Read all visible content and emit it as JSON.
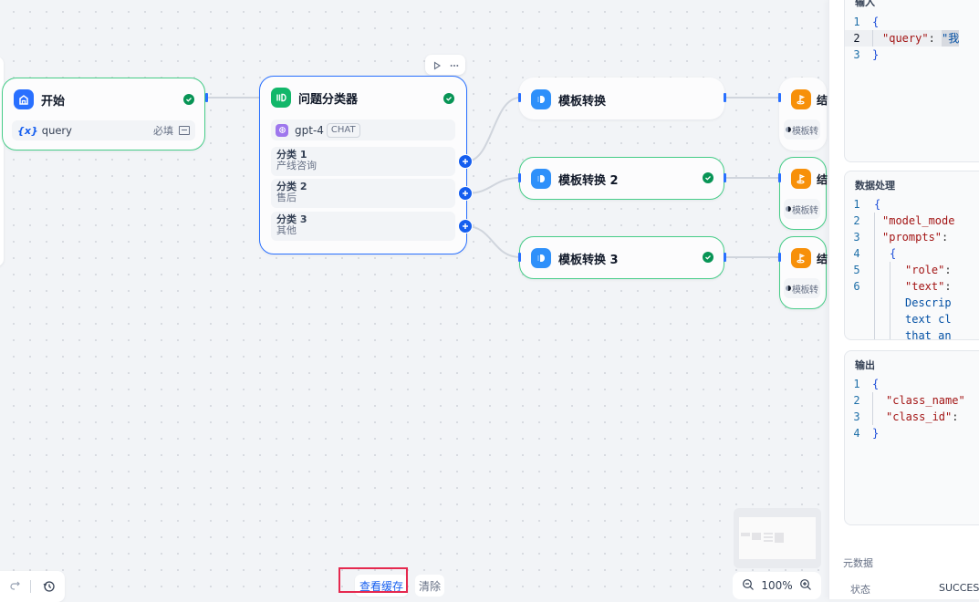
{
  "canvas": {
    "nodes": {
      "start": {
        "title": "开始",
        "status": "success",
        "variable": {
          "icon": "variable-icon",
          "brace": "{x}",
          "name": "query",
          "required_label": "必填"
        }
      },
      "classifier": {
        "title": "问题分类器",
        "status": "success",
        "model": {
          "name": "gpt-4",
          "mode": "CHAT"
        },
        "classes": [
          {
            "label": "分类 1",
            "value": "产线咨询"
          },
          {
            "label": "分类 2",
            "value": "售后"
          },
          {
            "label": "分类 3",
            "value": "其他"
          }
        ]
      },
      "templates": [
        {
          "title": "模板转换",
          "status": "none"
        },
        {
          "title": "模板转换 2",
          "status": "success"
        },
        {
          "title": "模板转换 3",
          "status": "success"
        }
      ],
      "ends": [
        {
          "title": "结",
          "variable": "模板转"
        },
        {
          "title": "结",
          "variable": "模板转"
        },
        {
          "title": "结",
          "variable": "模板转"
        }
      ]
    },
    "toolbar": {
      "run_icon": "play-icon",
      "more_icon": "more-icon"
    },
    "bottom": {
      "view_cache_label": "查看缓存",
      "clear_label": "清除",
      "zoom_level": "100%"
    }
  },
  "panel": {
    "input": {
      "title": "输入",
      "lines": [
        {
          "n": "1",
          "text": "{"
        },
        {
          "n": "2",
          "key": "\"query\"",
          "sep": ": ",
          "val": "\"我"
        },
        {
          "n": "3",
          "text": "}"
        }
      ]
    },
    "process": {
      "title": "数据处理",
      "lines": [
        {
          "n": "1",
          "text": "{"
        },
        {
          "n": "2",
          "key": "\"model_mode"
        },
        {
          "n": "3",
          "key": "\"prompts\"",
          "sep": ":"
        },
        {
          "n": "4",
          "text": "{"
        },
        {
          "n": "5",
          "key": "\"role\"",
          "sep": ":"
        },
        {
          "n": "6",
          "key": "\"text\"",
          "sep": ":"
        },
        {
          "n": "",
          "val": "Descrip"
        },
        {
          "n": "",
          "val": "text cl"
        },
        {
          "n": "",
          "val": "that an"
        }
      ]
    },
    "output": {
      "title": "输出",
      "lines": [
        {
          "n": "1",
          "text": "{"
        },
        {
          "n": "2",
          "key": "\"class_name\""
        },
        {
          "n": "3",
          "key": "\"class_id\"",
          "sep": ":"
        },
        {
          "n": "4",
          "text": "}"
        }
      ]
    },
    "metadata": {
      "title": "元数据",
      "status_label": "状态",
      "status_value": "SUCCESS"
    }
  },
  "colors": {
    "success": "#079455",
    "accent": "#155eef",
    "highlight_box": "#e5294f",
    "start_icon": "#2970ff",
    "classifier_icon": "#12b76a",
    "template_icon": "#2e90fa",
    "end_icon": "#f79009"
  }
}
